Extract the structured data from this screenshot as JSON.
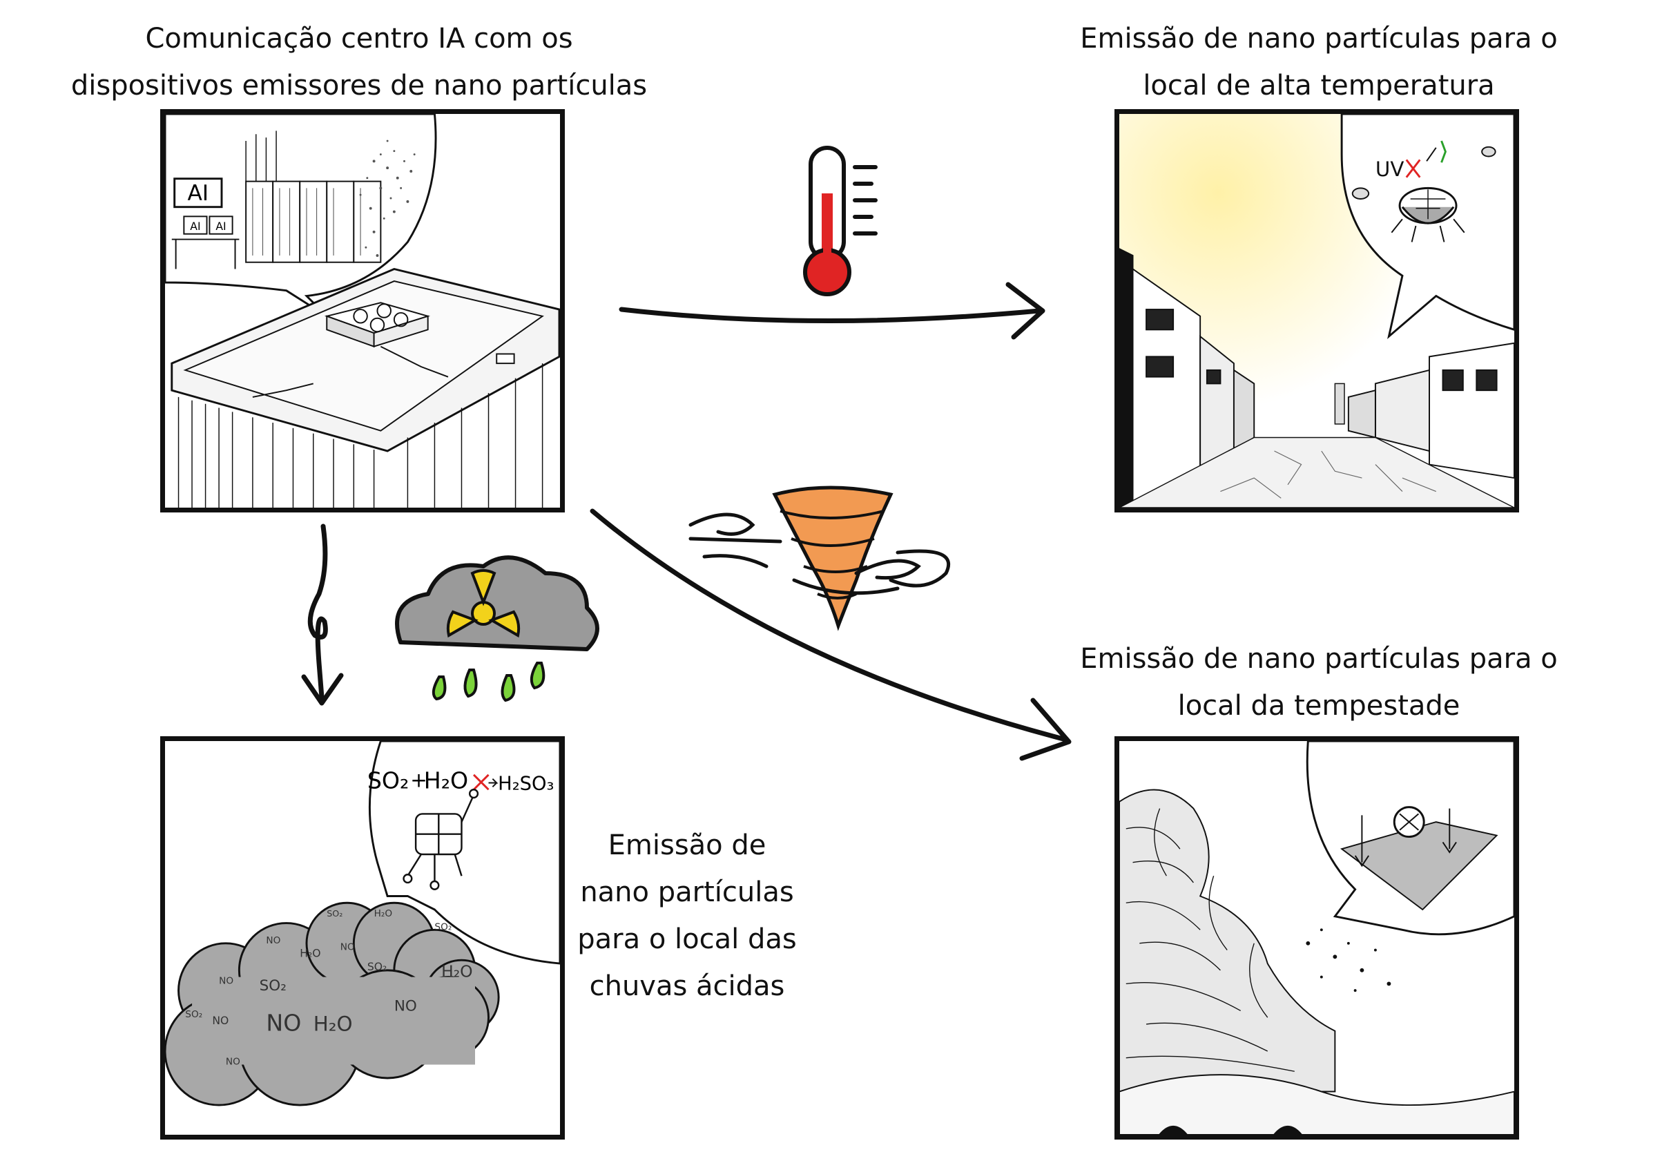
{
  "captions": {
    "ai_center": "Comunicação centro IA com os dispositivos emissores de nano partículas",
    "high_temp": "Emissão de nano partículas para o local de alta temperatura",
    "storm": "Emissão de nano partículas para o local da tempestade",
    "acid_rain": "Emissão de nano partículas para o local das chuvas ácidas"
  },
  "panel_ai": {
    "screen_large": "AI",
    "screen_small_1": "AI",
    "screen_small_2": "AI"
  },
  "panel_heat": {
    "uv_label": "UV"
  },
  "panel_acid": {
    "equation": {
      "so2": "SO₂",
      "plus": "+",
      "h2o": "H₂O",
      "product": "H₂SO₃"
    },
    "cloud_labels": [
      "NO",
      "SO₂",
      "NO",
      "H₂O",
      "SO₂",
      "NO",
      "H₂O",
      "SO₂",
      "NO",
      "H₂O",
      "SO₂",
      "NO",
      "H₂O",
      "NO",
      "SO₂",
      "NO"
    ]
  },
  "colors": {
    "thermometer_red": "#e02424",
    "tornado_orange": "#f29a52",
    "cloud_gray": "#9a9a9a",
    "radiation_yellow": "#f2d21b",
    "rain_green": "#7bd33a",
    "sun_yellow": "#fff3b0",
    "check_green": "#2aa02a",
    "cross_red": "#e02424"
  },
  "icons": [
    "thermometer-icon",
    "tornado-icon",
    "radioactive-cloud-icon"
  ]
}
